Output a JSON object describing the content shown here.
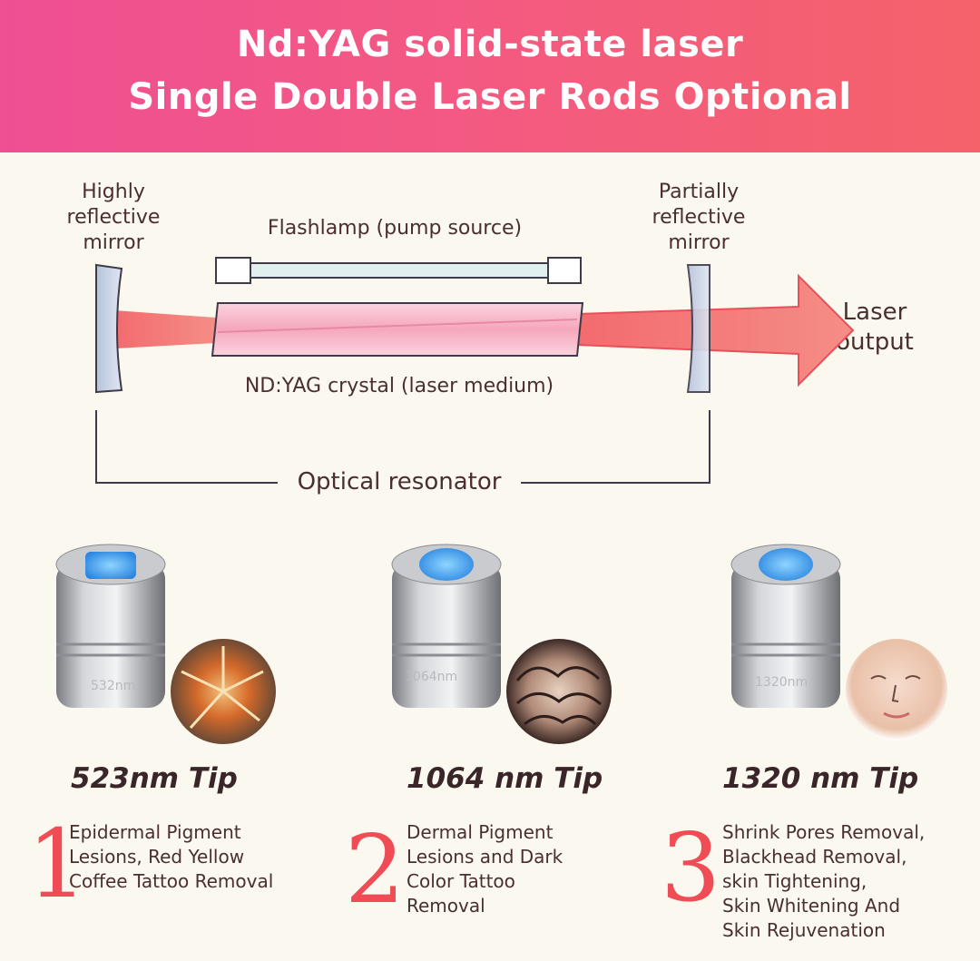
{
  "title": {
    "line1": "Nd:YAG solid-state laser",
    "line2": "Single Double Laser Rods Optional"
  },
  "diagram": {
    "left_mirror": [
      "Highly",
      "reflective",
      "mirror"
    ],
    "flashlamp": "Flashlamp (pump source)",
    "right_mirror": [
      "Partially",
      "reflective",
      "mirror"
    ],
    "output": [
      "Laser",
      "output"
    ],
    "crystal": "ND:YAG crystal (laser medium)",
    "resonator": "Optical resonator"
  },
  "tips": [
    {
      "engraving": "532nm",
      "title": "523nm Tip",
      "number": "1",
      "lines": [
        "Epidermal Pigment",
        "Lesions, Red Yellow",
        "Coffee Tattoo Removal"
      ]
    },
    {
      "engraving": "1064nm",
      "title": "1064 nm Tip",
      "number": "2",
      "lines": [
        "Dermal Pigment",
        "Lesions and Dark",
        "Color Tattoo",
        "Removal"
      ]
    },
    {
      "engraving": "1320nm",
      "title": "1320 nm Tip",
      "number": "3",
      "lines": [
        "Shrink Pores Removal,",
        "Blackhead Removal,",
        "skin Tightening,",
        "Skin Whitening And",
        "Skin Rejuvenation"
      ]
    }
  ],
  "colors": {
    "accent": "#ef4c55",
    "header_start": "#ef4f93",
    "header_end": "#f5626a",
    "beam": "#f4756e",
    "crystal": "#f7b6c8"
  }
}
